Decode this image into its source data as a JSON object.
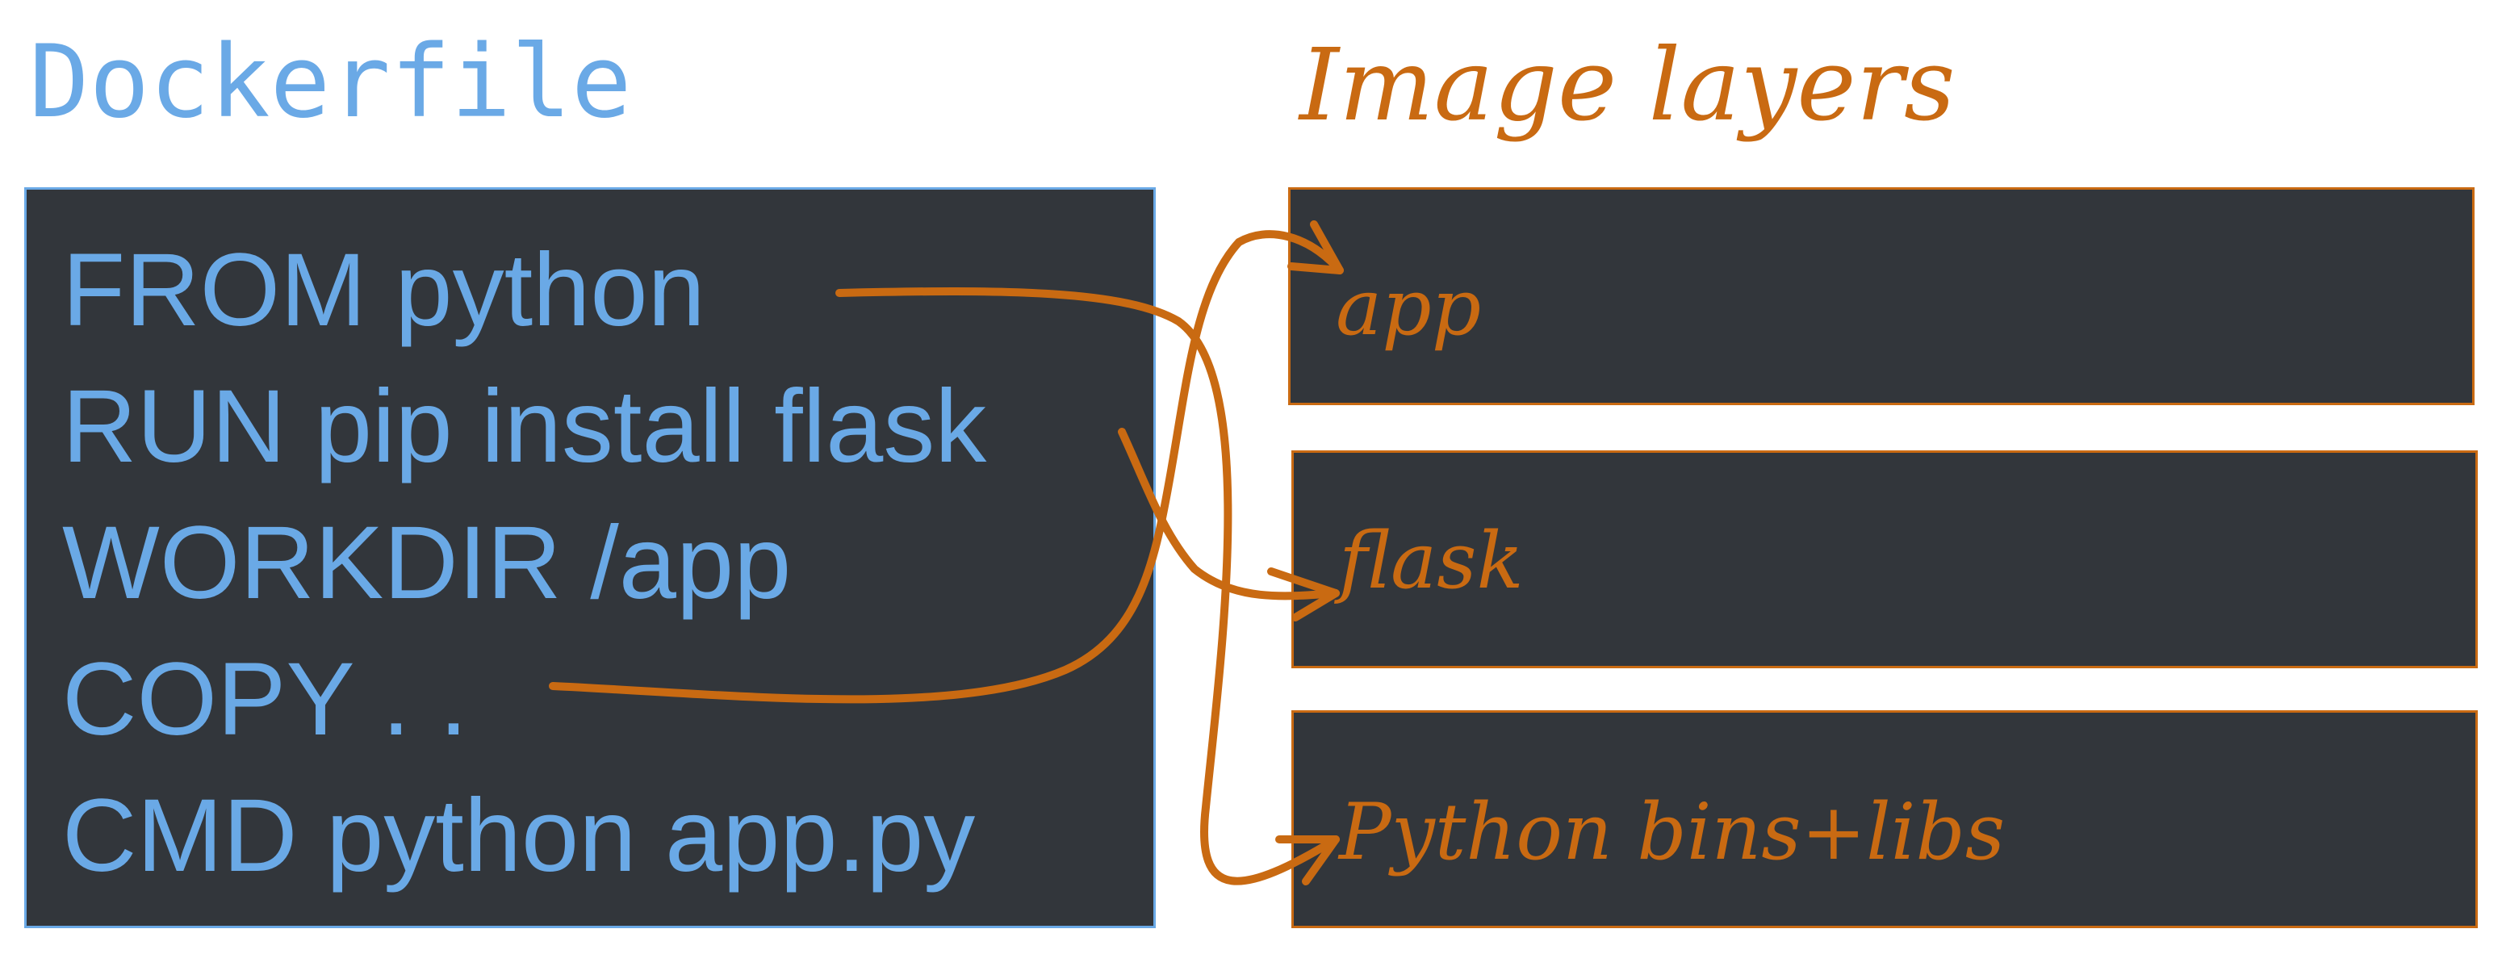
{
  "dockerfile": {
    "title": "Dockerfile",
    "lines": [
      "FROM python",
      "RUN pip install flask",
      "WORKDIR /app",
      "COPY . .",
      "CMD python app.py"
    ]
  },
  "image_layers": {
    "title": "Image layers",
    "layers": [
      {
        "label": "app"
      },
      {
        "label": "flask"
      },
      {
        "label": "Python bins+libs"
      }
    ]
  },
  "connections": [
    {
      "from": "FROM python",
      "to": "Python bins+libs"
    },
    {
      "from": "RUN pip install flask",
      "to": "flask"
    },
    {
      "from": "COPY . .",
      "to": "app"
    }
  ],
  "colors": {
    "dockerfile_accent": "#6aa9e6",
    "layers_accent": "#c96a12",
    "box_background": "#32363b"
  }
}
